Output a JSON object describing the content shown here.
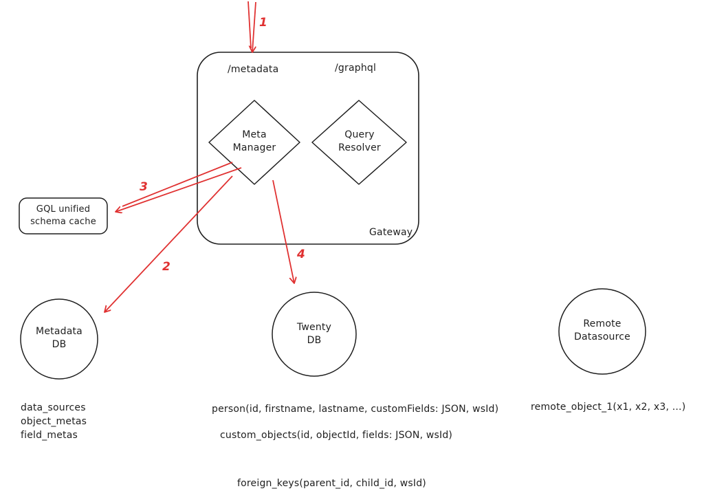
{
  "colors": {
    "stroke": "#1e1e1e",
    "accent": "#e03131",
    "background": "#ffffff"
  },
  "gateway": {
    "label": "Gateway",
    "endpoint_metadata": "/metadata",
    "endpoint_graphql": "/graphql",
    "meta_manager": "Meta\nManager",
    "query_resolver": "Query\nResolver"
  },
  "cache": {
    "label": "GQL unified\nschema cache"
  },
  "databases": {
    "metadata_db": "Metadata\nDB",
    "twenty_db": "Twenty\nDB",
    "remote_datasource": "Remote\nDatasource"
  },
  "arrows": {
    "a1": "1",
    "a2": "2",
    "a3": "3",
    "a4": "4"
  },
  "annotations": {
    "metadata_tables": "data_sources\nobject_metas\nfield_metas",
    "person_table": "person(id, firstname, lastname, customFields: JSON, wsId)",
    "custom_objects_table": "custom_objects(id, objectId, fields: JSON, wsId)",
    "remote_object_table": "remote_object_1(x1, x2, x3, ...)",
    "foreign_keys_table": "foreign_keys(parent_id, child_id, wsId)"
  }
}
